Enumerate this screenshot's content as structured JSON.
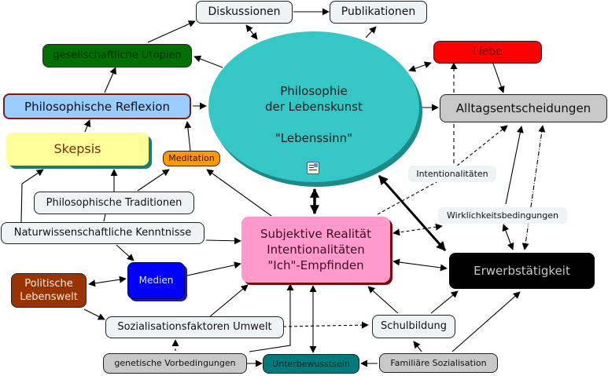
{
  "diagram": {
    "title": "Philosophie der Lebenskunst – Concept Map",
    "central": {
      "lines": [
        "Philosophie",
        "der Lebenskunst",
        "",
        "\"Lebenssinn\""
      ],
      "icon": "document-image-icon",
      "color": "#35c6c6"
    },
    "nodes": {
      "diskussionen": "Diskussionen",
      "publikationen": "Publikationen",
      "utopien": "gesellschaftliche Utopien",
      "liebe": "Liebe",
      "reflexion": "Philosophische Reflexion",
      "alltag": "Alltagsentscheidungen",
      "skepsis": "Skepsis",
      "meditation": "Meditation",
      "traditionen": "Philosophische Traditionen",
      "natur": "Naturwissenschaftliche Kenntnisse",
      "subjektiv_1": "Subjektive Realität",
      "subjektiv_2": "Intentionalitäten",
      "subjektiv_3": "\"Ich\"-Empfinden",
      "erwerb": "Erwerbstätigkeit",
      "politik_1": "Politische",
      "politik_2": "Lebenswelt",
      "medien": "Medien",
      "sozial": "Sozialisationsfaktoren Umwelt",
      "schule": "Schulbildung",
      "genetik": "genetische Vorbedingungen",
      "unterbewusst": "Unterbewusstsein",
      "familie": "Familiäre Sozialisation"
    },
    "link_labels": {
      "intentionalitaeten": "Intentionalitäten",
      "wirklichkeit": "Wirklichkeitsbedingungen"
    },
    "colors": {
      "liebe": "#ff0000",
      "utopien": "#007000",
      "reflexion": "#99ccff",
      "skepsis": "#ffff99",
      "meditation": "#ff9900",
      "subjektiv": "#ff99cc",
      "erwerb": "#000000",
      "politik": "#993300",
      "medien": "#0000ff",
      "unterbewusst": "#007a7a",
      "grey": "#c8c8c8",
      "light": "#eef3f6"
    }
  }
}
